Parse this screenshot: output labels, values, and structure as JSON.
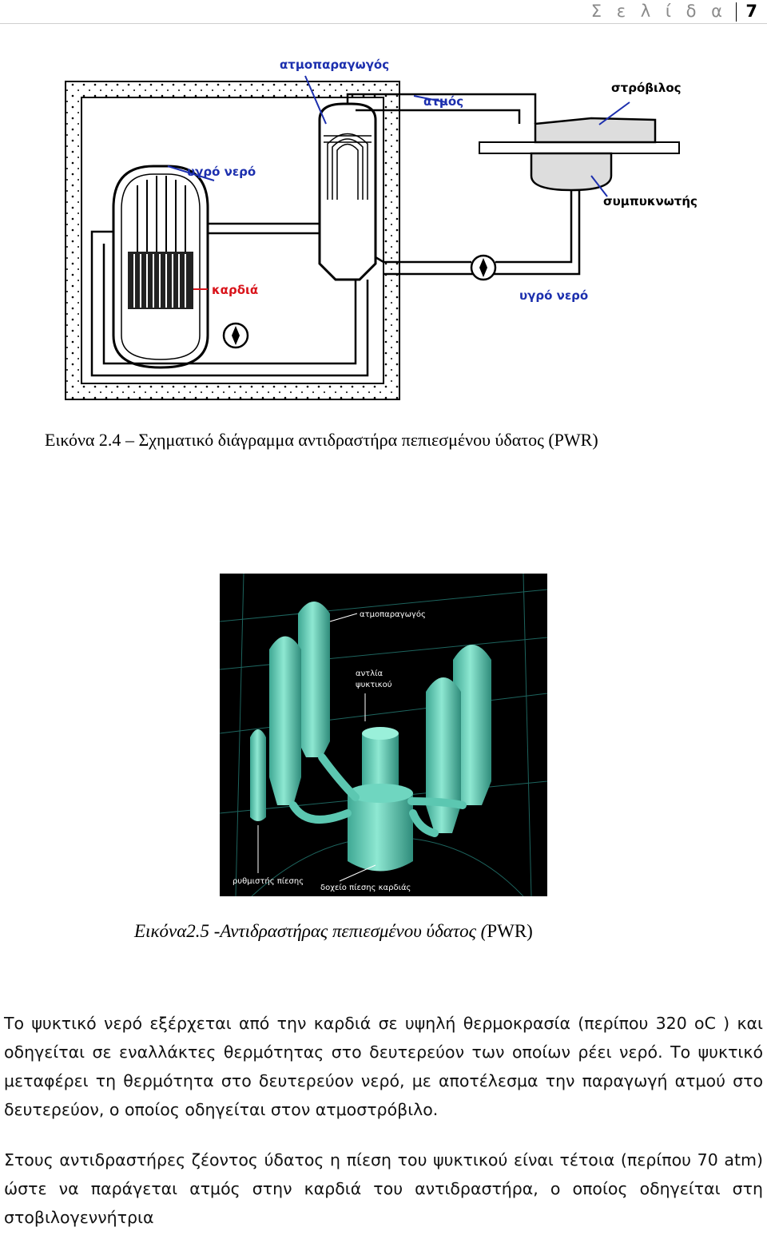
{
  "header": {
    "page_label": "Σ ε λ ί δ α",
    "page_number": "7"
  },
  "figure1": {
    "labels": {
      "steam_generator": "ατμοπαραγωγός",
      "steam": "ατμός",
      "turbine": "στρόβιλος",
      "liquid_water_top": "υγρό νερό",
      "core": "καρδιά",
      "condenser": "συμπυκνωτής",
      "liquid_water_bottom": "υγρό νερό"
    },
    "colors": {
      "label_blue": "#1c2fae",
      "core_red": "#d9141b",
      "line": "#000000"
    },
    "caption": {
      "number": "Εικόνα 2.4",
      "dash": "–",
      "text": "Σχηματικό διάγραμμα  αντιδραστήρα πεπιεσμένου ύδατος (PWR)"
    }
  },
  "figure2": {
    "labels": {
      "steam_generator": "ατμοπαραγωγός",
      "coolant_pump_1": "αντλία",
      "coolant_pump_2": "ψυκτικού",
      "pressurizer": "ρυθμιστής πίεσης",
      "pressure_vessel": "δοχείο πίεσης καρδιάς"
    },
    "colors": {
      "vessel": "#6fd6c0",
      "vessel_shade": "#3fa894",
      "background": "#000000",
      "grid": "#2a8f86"
    },
    "caption": {
      "number": "Εικόνα2.5",
      "text_italic": " -Αντιδραστήρας πεπιεσμένου ύδατος (",
      "text_upright": "PWR)"
    }
  },
  "body": {
    "paragraph1": "Το ψυκτικό νερό εξέρχεται από την καρδιά σε υψηλή θερμοκρασία (περίπου 320 oC ) και οδηγείται σε εναλλάκτες θερμότητας στο δευτερεύον των οποίων ρέει νερό. Το ψυκτικό μεταφέρει τη θερμότητα στο δευτερεύον νερό, με αποτέλεσμα την παραγωγή ατμού στο δευτερεύον, ο οποίος οδηγείται στον ατμοστρόβιλο.",
    "paragraph2": "Στους αντιδραστήρες ζέοντος ύδατος η πίεση του ψυκτικού είναι τέτοια (περίπου 70 atm) ώστε να παράγεται ατμός στην καρδιά του αντιδραστήρα, ο οποίος οδηγείται στη στοβιλογεννήτρια"
  }
}
